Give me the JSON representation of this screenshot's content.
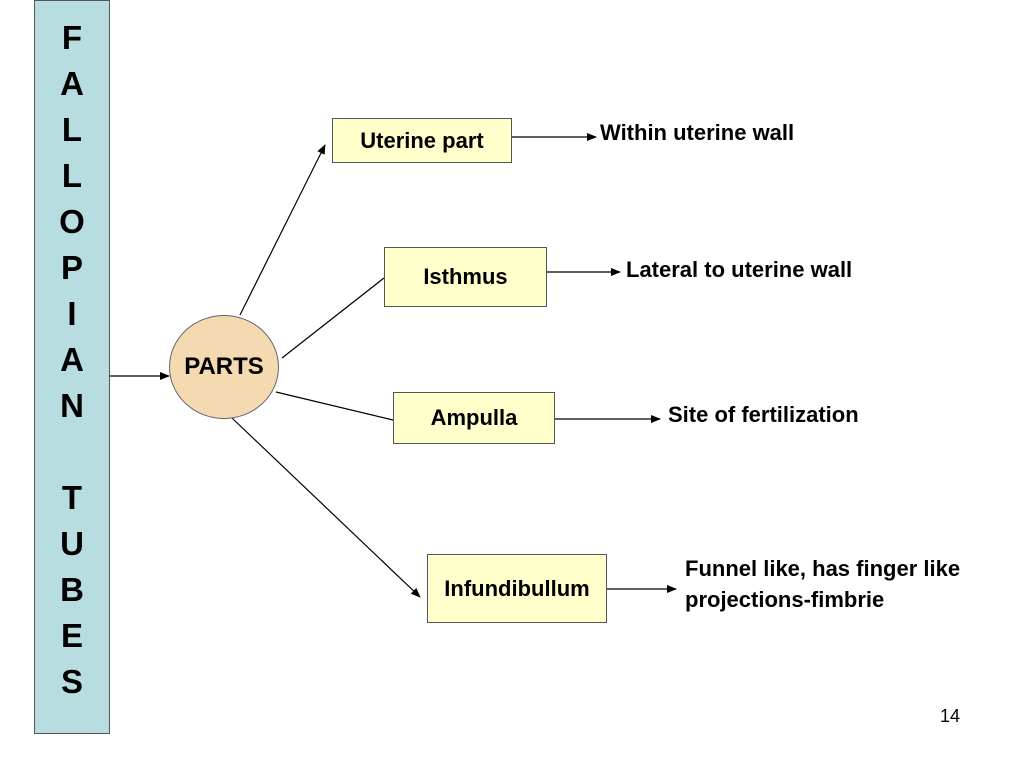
{
  "title_letters": [
    "F",
    "A",
    "L",
    "L",
    "O",
    "P",
    "I",
    "A",
    "N",
    "",
    "T",
    "U",
    "B",
    "E",
    "S"
  ],
  "center": "PARTS",
  "parts": [
    {
      "name": "Uterine part",
      "description": "Within uterine wall"
    },
    {
      "name": "Isthmus",
      "description": "Lateral to uterine wall"
    },
    {
      "name": "Ampulla",
      "description": "Site of fertilization"
    },
    {
      "name": "Infundibullum",
      "description": "Funnel like, has finger like projections-fimbrie"
    }
  ],
  "page_number": "14"
}
